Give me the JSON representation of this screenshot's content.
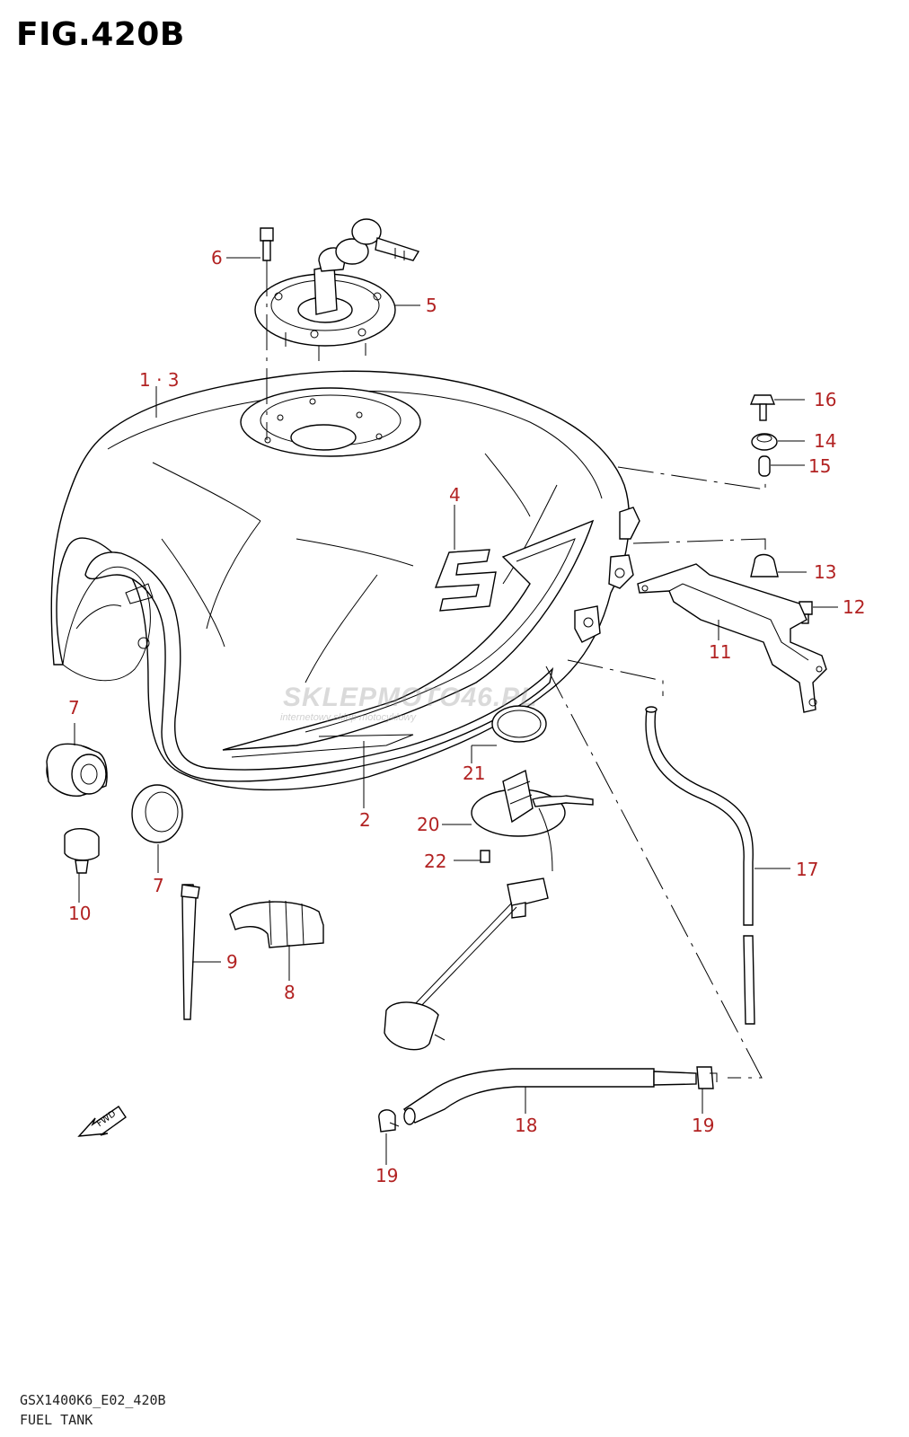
{
  "figure": {
    "title": "FIG.420B"
  },
  "footer": {
    "model_code": "GSX1400K6_E02_420B",
    "caption": "FUEL TANK"
  },
  "watermark": {
    "text": "SKLEPMOTO46.PL",
    "subtext": "internetowy sklep motocyklowy"
  },
  "fwd_label": "FWD",
  "callouts": {
    "c1_3": "1 · 3",
    "c2": "2",
    "c4": "4",
    "c5": "5",
    "c6": "6",
    "c7a": "7",
    "c7b": "7",
    "c8": "8",
    "c9": "9",
    "c10": "10",
    "c11": "11",
    "c12": "12",
    "c13": "13",
    "c14": "14",
    "c15": "15",
    "c16": "16",
    "c17": "17",
    "c18": "18",
    "c19a": "19",
    "c19b": "19",
    "c20": "20",
    "c21": "21",
    "c22": "22"
  },
  "colors": {
    "callout": "#b22222",
    "line": "#000000"
  }
}
